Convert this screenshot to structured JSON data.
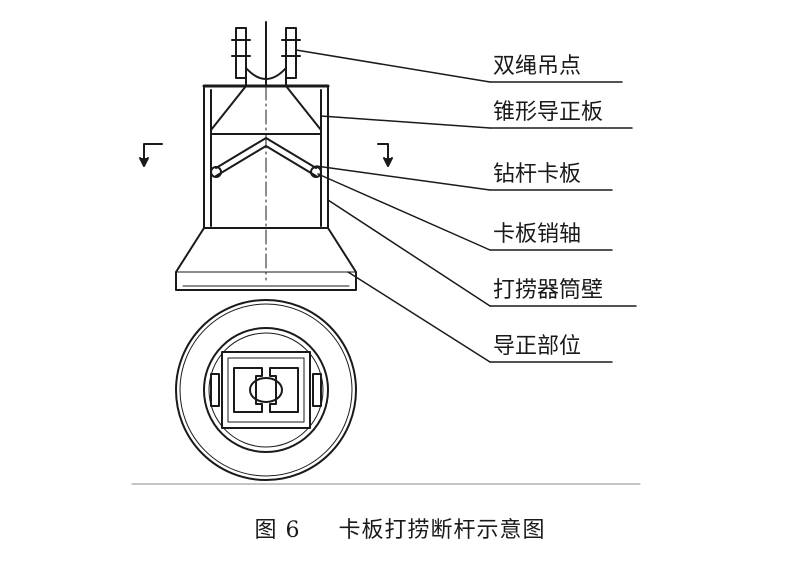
{
  "labels": {
    "double_rope_lift_point": "双绳吊点",
    "conical_guide_plate": "锥形导正板",
    "drill_rod_clamp_plate": "钻杆卡板",
    "clamp_plate_pin": "卡板销轴",
    "fishing_tool_wall": "打捞器筒壁",
    "guide_section": "导正部位"
  },
  "caption": {
    "figure_number": "图 6",
    "title": "卡板打捞断杆示意图"
  },
  "colors": {
    "line": "#1a1a1a",
    "background": "#ffffff"
  }
}
